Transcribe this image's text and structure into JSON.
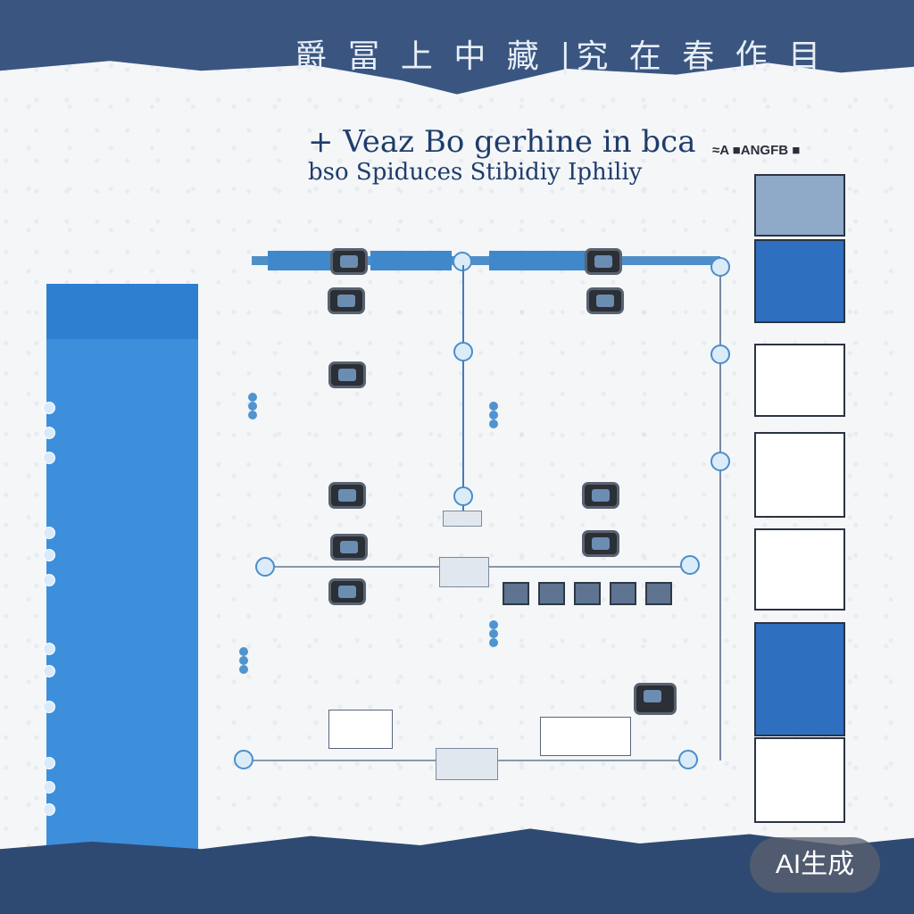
{
  "banner": {
    "title": "爵 冨 上 中 藏 |究 在 春 作 目"
  },
  "heading": {
    "line1": "+ Veaz Bo gerhine in bca",
    "line2": "bso Spiduces Stibidiy Iphiliy"
  },
  "right_label": "≈A ■ANGFB ■",
  "badge_text": "AI生成",
  "colors": {
    "band": "#3a5680",
    "sidebar": "#3d8fdc",
    "accent": "#4f8fc9"
  }
}
